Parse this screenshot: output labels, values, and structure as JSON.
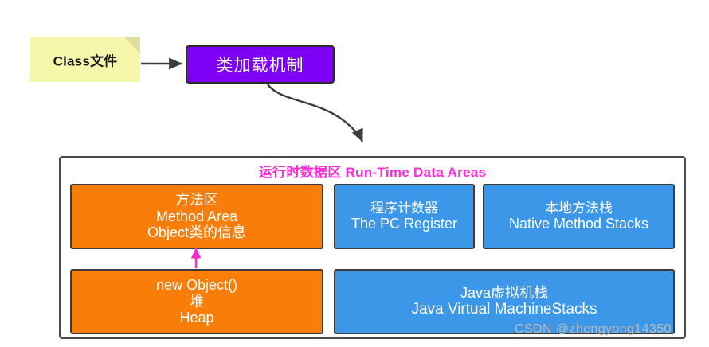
{
  "diagram": {
    "source_note": {
      "label": "Class文件"
    },
    "loader_box": {
      "label": "类加载机制",
      "fill_color": "#7F00F7"
    },
    "runtime": {
      "title": "运行时数据区 Run-Time Data Areas",
      "title_color": "#FF2AD4",
      "areas": [
        {
          "id": "method-area",
          "color": "#F97D09",
          "lines": [
            "方法区",
            "Method Area",
            "Object类的信息"
          ]
        },
        {
          "id": "pc-register",
          "color": "#3D97E8",
          "lines": [
            "程序计数器",
            "The PC Register"
          ]
        },
        {
          "id": "native-method-stacks",
          "color": "#3D97E8",
          "lines": [
            "本地方法栈",
            "Native Method Stacks"
          ]
        },
        {
          "id": "heap",
          "color": "#F97D09",
          "lines": [
            "new Object()",
            "堆",
            "Heap"
          ]
        },
        {
          "id": "jvm-stacks",
          "color": "#3D97E8",
          "lines": [
            "Java虚拟机栈",
            "Java Virtual MachineStacks"
          ]
        }
      ]
    },
    "connectors": [
      {
        "id": "note-to-loader",
        "color": "#3C3C3C"
      },
      {
        "id": "loader-to-runtime",
        "color": "#3C3C3C"
      },
      {
        "id": "heap-to-method-area",
        "color": "#FF2AD4"
      }
    ]
  },
  "watermark": {
    "text": "CSDN @zhengyong14350"
  }
}
